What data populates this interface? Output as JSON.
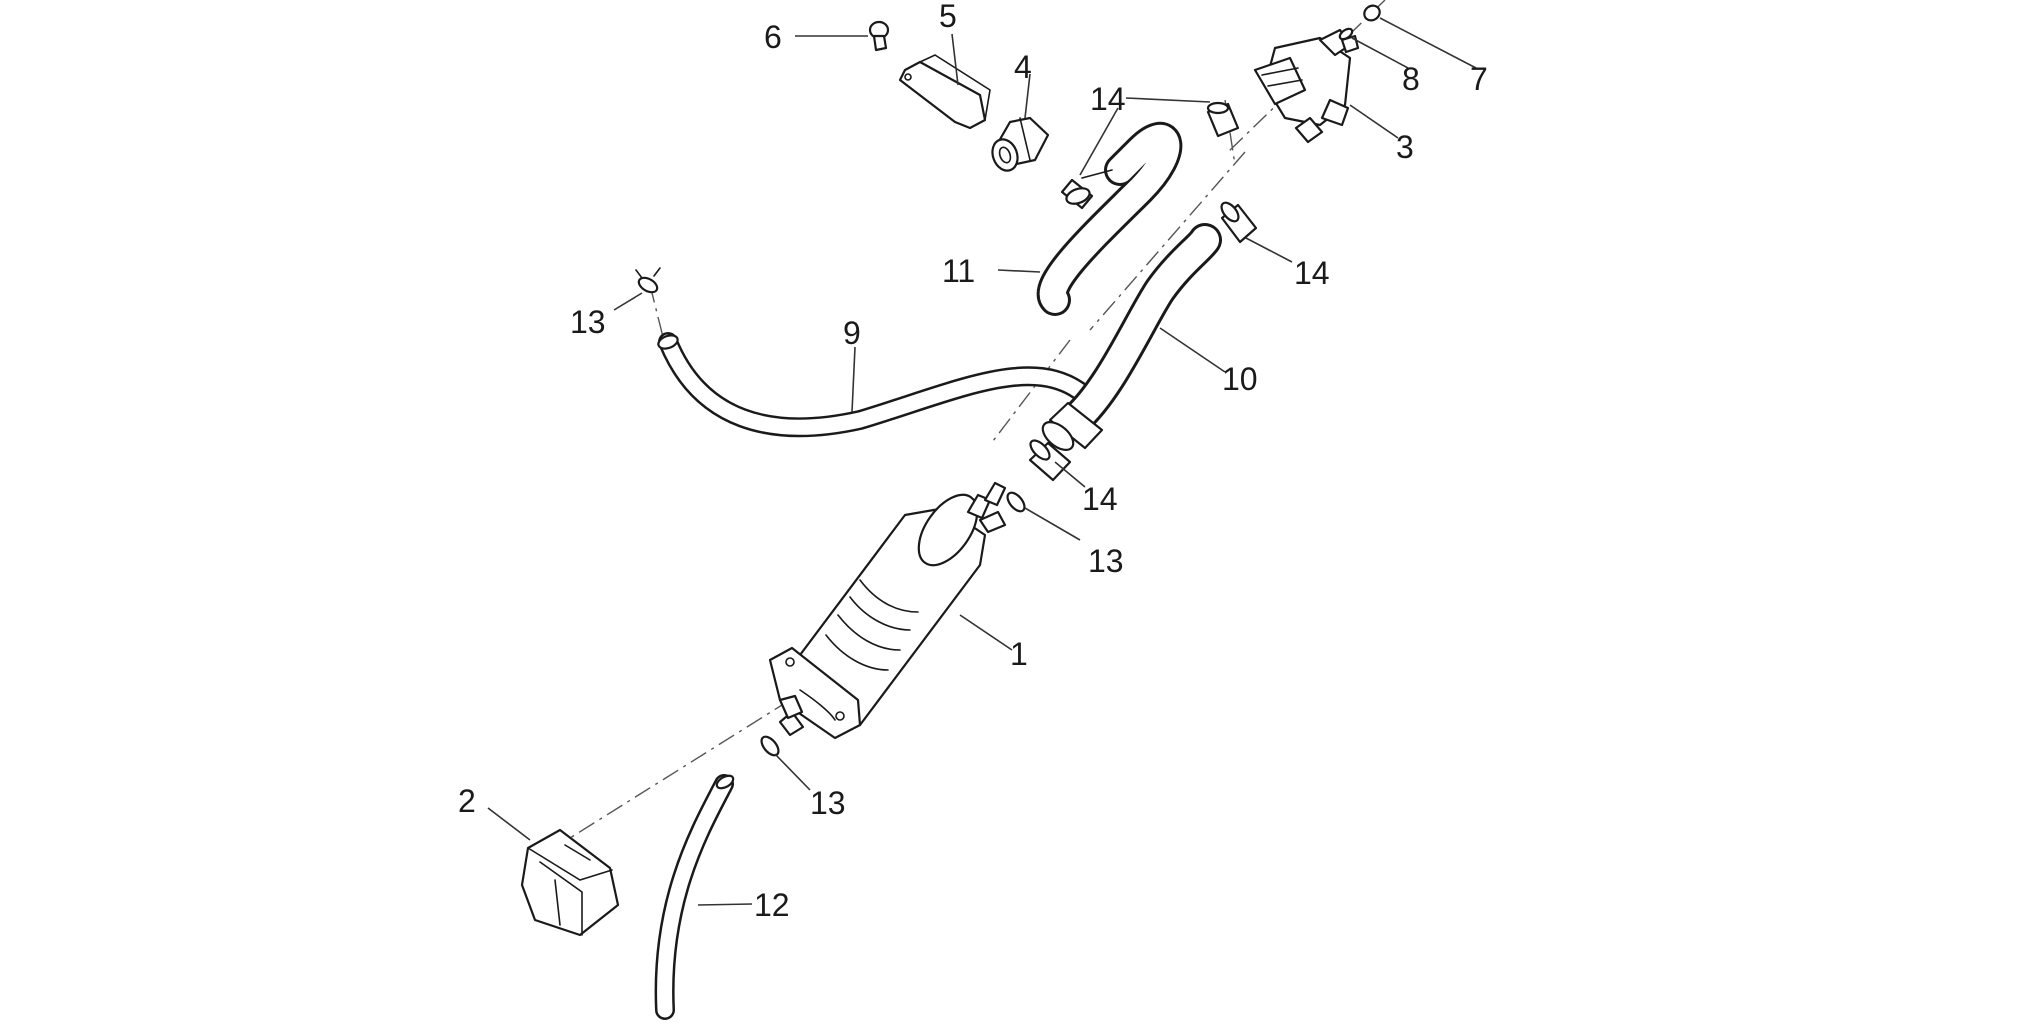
{
  "diagram": {
    "callouts": [
      {
        "id": "1",
        "label": "1"
      },
      {
        "id": "2",
        "label": "2"
      },
      {
        "id": "3",
        "label": "3"
      },
      {
        "id": "4",
        "label": "4"
      },
      {
        "id": "5",
        "label": "5"
      },
      {
        "id": "6",
        "label": "6"
      },
      {
        "id": "7",
        "label": "7"
      },
      {
        "id": "8",
        "label": "8"
      },
      {
        "id": "9",
        "label": "9"
      },
      {
        "id": "10",
        "label": "10"
      },
      {
        "id": "11",
        "label": "11"
      },
      {
        "id": "12",
        "label": "12"
      },
      {
        "id": "13a",
        "label": "13"
      },
      {
        "id": "13b",
        "label": "13"
      },
      {
        "id": "13c",
        "label": "13"
      },
      {
        "id": "14a",
        "label": "14"
      },
      {
        "id": "14b",
        "label": "14"
      },
      {
        "id": "14c",
        "label": "14"
      }
    ]
  }
}
